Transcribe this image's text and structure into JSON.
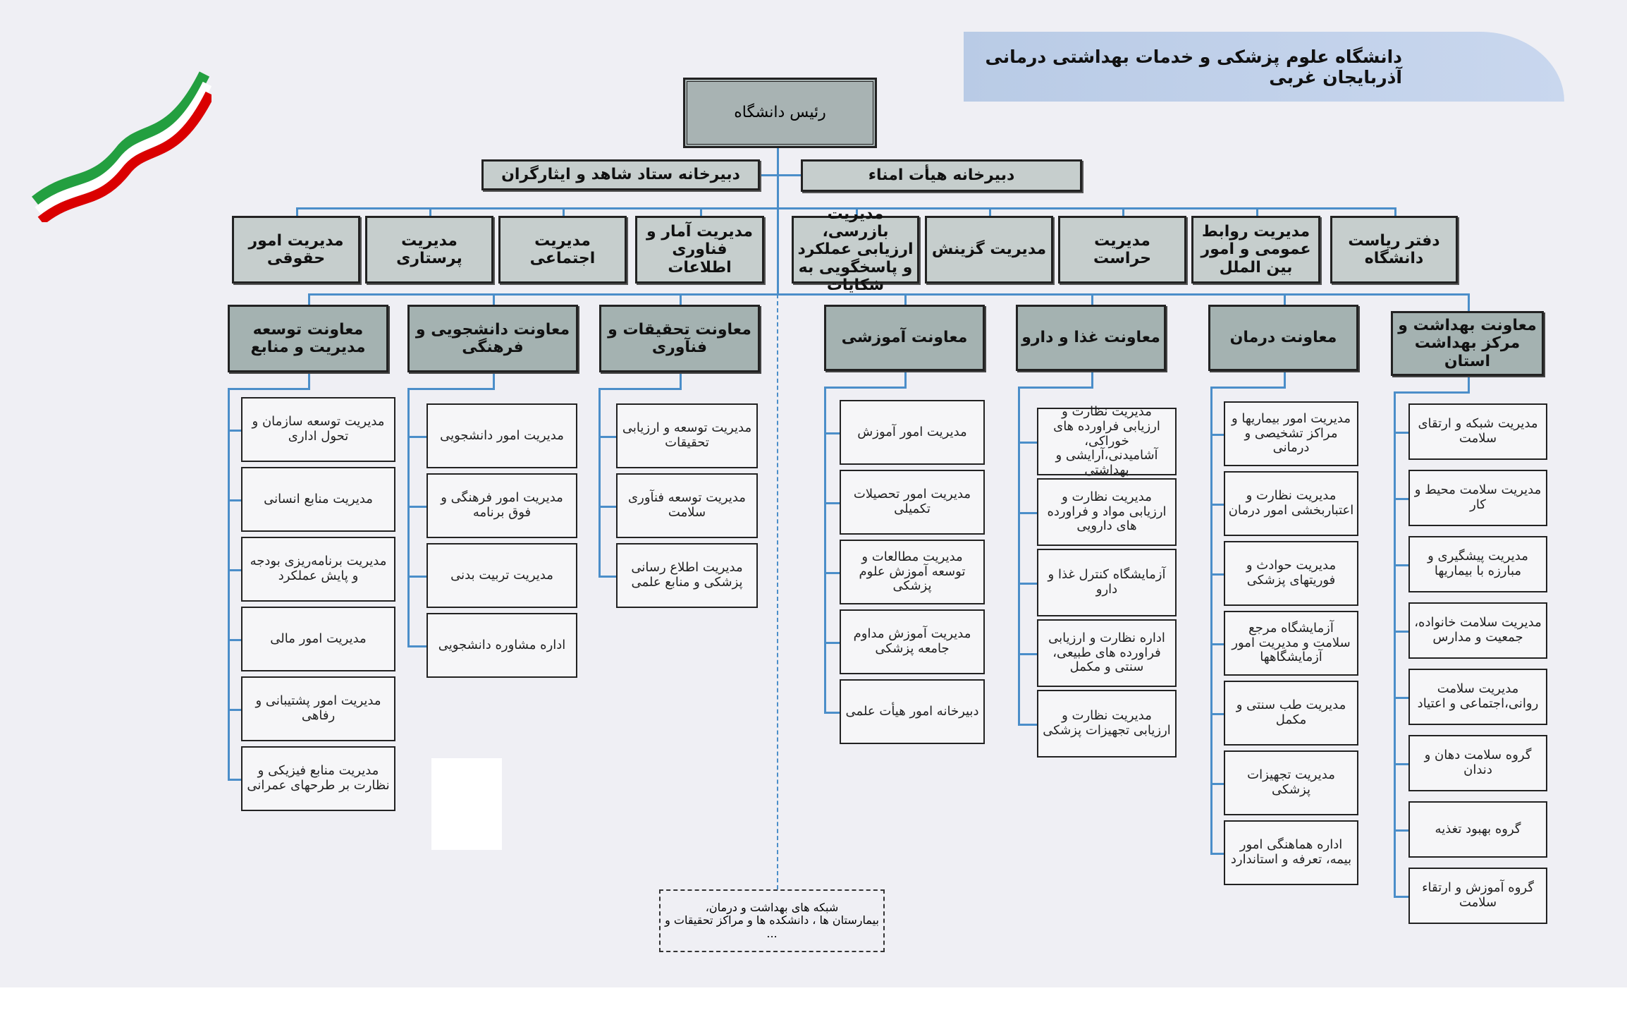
{
  "header": {
    "title": "دانشگاه علوم پزشکی و خدمات بهداشتی درمانی آذربایجان غربی"
  },
  "president": "رئیس دانشگاه",
  "secretariats": {
    "left": "دبیرخانه ستاد شاهد و ایثارگران",
    "right": "دبیرخانه هیأت امناء"
  },
  "staff_units": [
    "دفتر ریاست دانشگاه",
    "مدیریت روابط عمومی و امور بین الملل",
    "مدیریت حراست",
    "مدیریت گزینش",
    "مدیریت بازرسی، ارزیابی عملکرد و پاسخگویی به شکایات",
    "مدیریت آمار و فناوری اطلاعات",
    "مدیریت اجتماعی",
    "مدیریت پرستاری",
    "مدیریت امور حقوقی"
  ],
  "deputies": [
    {
      "title": "معاونت بهداشت و مرکز بهداشت استان",
      "units": [
        "مدیریت شبکه و ارتقای سلامت",
        "مدیریت سلامت محیط و کار",
        "مدیریت پیشگیری و مبارزه با بیماریها",
        "مدیریت سلامت خانواده، جمعیت و مدارس",
        "مدیریت سلامت روانی،اجتماعی و اعتیاد",
        "گروه سلامت دهان و دندان",
        "گروه بهبود تغذیه",
        "گروه آموزش و ارتقاء سلامت"
      ]
    },
    {
      "title": "معاونت درمان",
      "units": [
        "مدیریت امور بیماریها و مراکز تشخیصی و درمانی",
        "مدیریت نظارت و اعتباربخشی امور درمان",
        "مدیریت حوادث و فوریتهای پزشکی",
        "آزمایشگاه مرجع سلامت و مدیریت امور آزمایشگاهها",
        "مدیریت طب سنتی و مکمل",
        "مدیریت تجهیزات پزشکی",
        "اداره هماهنگی امور بیمه، تعرفه و استاندارد"
      ]
    },
    {
      "title": "معاونت غذا و دارو",
      "units": [
        "مدیریت نظارت و ارزیابی فراورده های خوراکی، آشامیدنی،آرایشی و بهداشتی",
        "مدیریت نظارت و ارزیابی مواد و فراورده های دارویی",
        "آزمایشگاه کنترل غذا و دارو",
        "اداره نظارت و ارزیابی فراورده های طبیعی، سنتی و مکمل",
        "مدیریت نظارت و ارزیابی تجهیزات پزشکی"
      ]
    },
    {
      "title": "معاونت آموزشی",
      "units": [
        "مدیریت امور آموزش",
        "مدیریت امور تحصیلات تکمیلی",
        "مدیریت مطالعات و توسعه آموزش علوم پزشکی",
        "مدیریت آموزش مداوم جامعه پزشکی",
        "دبیرخانه امور هیأت علمی"
      ]
    },
    {
      "title": "معاونت تحقیقات و فنآوری",
      "units": [
        "مدیریت توسعه و ارزیابی تحقیقات",
        "مدیریت توسعه فنآوری سلامت",
        "مدیریت اطلاع رسانی پزشکی و منابع علمی"
      ]
    },
    {
      "title": "معاونت دانشجویی و فرهنگی",
      "units": [
        "مدیریت امور دانشجویی",
        "مدیریت امور فرهنگی و فوق برنامه",
        "مدیریت تربیت بدنی",
        "اداره مشاوره دانشجویی"
      ]
    },
    {
      "title": "معاونت توسعه مدیریت و منابع",
      "units": [
        "مدیریت توسعه سازمان و تحول اداری",
        "مدیریت منابع انسانی",
        "مدیریت برنامه‌ریزی بودجه و پایش عملکرد",
        "مدیریت امور مالی",
        "مدیریت امور پشتیبانی و رفاهی",
        "مدیریت منابع فیزیکی و نظارت بر طرحهای عمرانی"
      ]
    }
  ],
  "affiliates": {
    "line1": "شبکه های بهداشت و درمان،",
    "line2": "بیمارستان ها ، دانشکده ها و مراکز تحقیقات و ..."
  },
  "colors": {
    "connector": "#4b8ec9",
    "deputy_fill": "#a4b2b1",
    "staff_fill": "#c6cecd",
    "banner": "#bccde8"
  }
}
